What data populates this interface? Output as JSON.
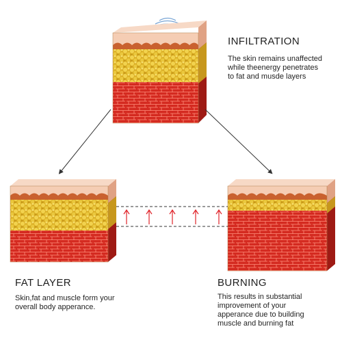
{
  "stages": [
    {
      "id": "infiltration",
      "title": "INFILTRATION",
      "description": [
        "The skin remains unaffected",
        "while theenergy penetrates",
        "to fat and musde layers"
      ]
    },
    {
      "id": "fat-layer",
      "title": "FAT LAYER",
      "description": [
        "Skin,fat and muscle form your",
        "overall body apperance."
      ]
    },
    {
      "id": "burning",
      "title": "BURNING",
      "description": [
        "This results in substantial",
        "improvement of your",
        "apperance due to building",
        "muscle and burning fat"
      ]
    }
  ],
  "colors": {
    "skin_top": "#f6d2bb",
    "skin_side": "#e8a98a",
    "skin_dermis": "#c9612f",
    "fat": "#e6c23a",
    "fat_shadow": "#b98f18",
    "muscle": "#d42a20",
    "muscle_side": "#b51d16",
    "arrow_red": "#e0242a",
    "connector": "#333333"
  }
}
